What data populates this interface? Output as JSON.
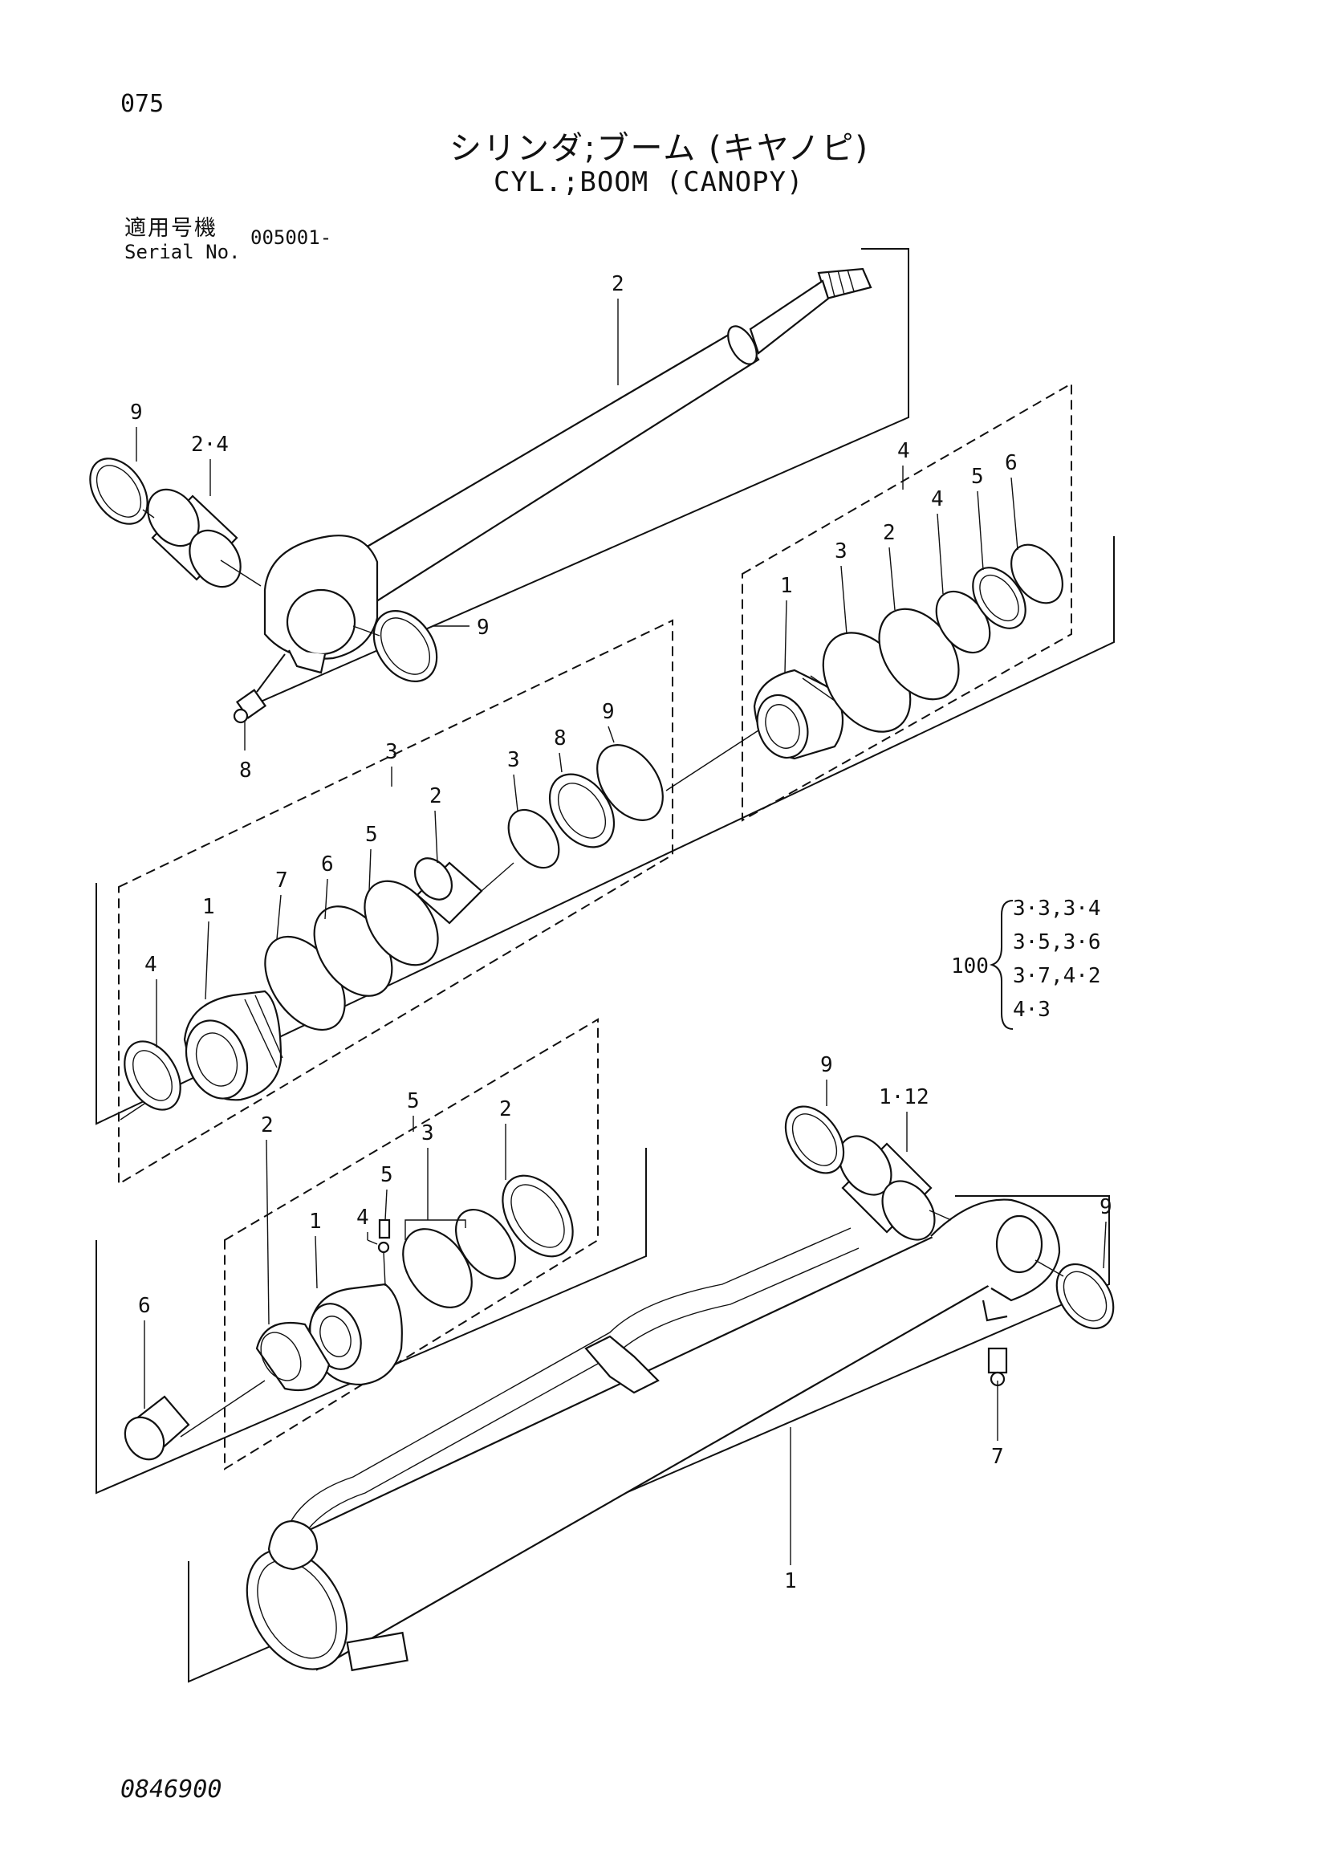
{
  "header": {
    "page_number": "075",
    "title_japanese": "シリンダ;ブーム (キヤノピ)",
    "title_english": "CYL.;BOOM (CANOPY)",
    "serial_label_japanese": "適用号機",
    "serial_label_english": "Serial No.",
    "serial_value": "005001-"
  },
  "callouts": {
    "rod_top": "2",
    "bushing_rod": "2·4",
    "ring_rod_left": "9",
    "ring_rod_right": "9",
    "grease_fitting_rod": "8",
    "group_gland": "3",
    "gland_4": "4",
    "gland_1": "1",
    "gland_7": "7",
    "gland_6": "6",
    "gland_5": "5",
    "gland_2": "2",
    "gland_3": "3",
    "gland_8": "8",
    "gland_9": "9",
    "group_piston": "4",
    "piston_1": "1",
    "piston_3": "3",
    "piston_2": "2",
    "piston_4": "4",
    "piston_5": "5",
    "piston_6": "6",
    "group_cushion": "5",
    "cushion_2_left": "2",
    "cushion_1": "1",
    "cushion_4": "4",
    "cushion_5": "5",
    "cushion_3": "3",
    "cushion_2_right": "2",
    "collar_6": "6",
    "ring_tube_top": "9",
    "bushing_tube": "1·12",
    "ring_tube_right": "9",
    "grease_fitting_tube": "7",
    "cylinder_tube": "1"
  },
  "kit": {
    "number": "100",
    "lines": [
      "3·3,3·4",
      "3·5,3·6",
      "3·7,4·2",
      "4·3"
    ]
  },
  "footer": {
    "drawing_number": "0846900"
  }
}
